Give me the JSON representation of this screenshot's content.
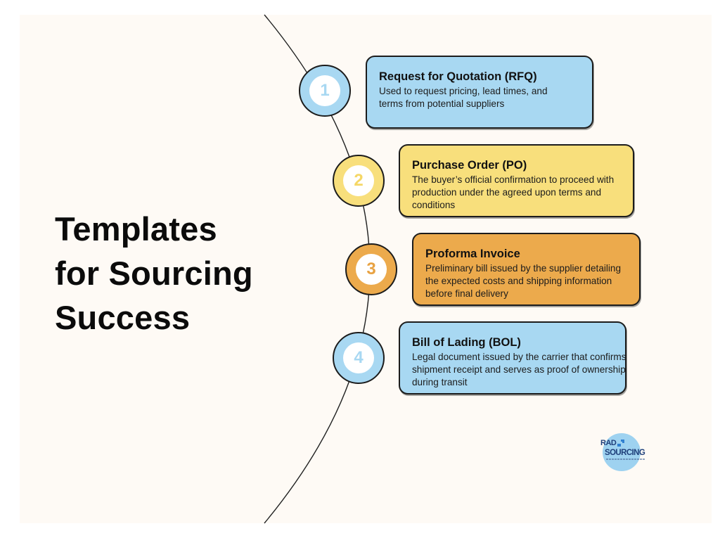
{
  "title": {
    "lines": [
      "Templates",
      "for Sourcing",
      "Success"
    ]
  },
  "colors": {
    "background": "#fefaf5",
    "blue": "#a8d8f2",
    "yellow": "#f8df7c",
    "orange": "#ecaa4c",
    "outline": "#1c1c1c",
    "logo_circle": "#9ed2f0",
    "logo_text": "#1f3f7a"
  },
  "steps": [
    {
      "number": "1",
      "title": "Request for Quotation (RFQ)",
      "description": "Used to request pricing, lead times, and terms from potential suppliers",
      "color": "#a8d8f2",
      "number_color": "#a8d8f2"
    },
    {
      "number": "2",
      "title": "Purchase Order (PO)",
      "description": "The buyer’s official confirmation to proceed with production under the agreed upon terms and conditions",
      "color": "#f8df7c",
      "number_color": "#f5d766"
    },
    {
      "number": "3",
      "title": "Proforma Invoice",
      "description": "Preliminary bill issued by the supplier detailing the expected costs and shipping information before final delivery",
      "color": "#ecaa4c",
      "number_color": "#e8a242"
    },
    {
      "number": "4",
      "title": "Bill of Lading (BOL)",
      "description": "Legal document issued by the carrier that confirms shipment receipt and serves as proof of ownership during transit",
      "color": "#a8d8f2",
      "number_color": "#a8d8f2"
    }
  ],
  "logo": {
    "line1": "RAD",
    "line2": "SOURCING",
    "icon": "arrows-square-icon"
  }
}
